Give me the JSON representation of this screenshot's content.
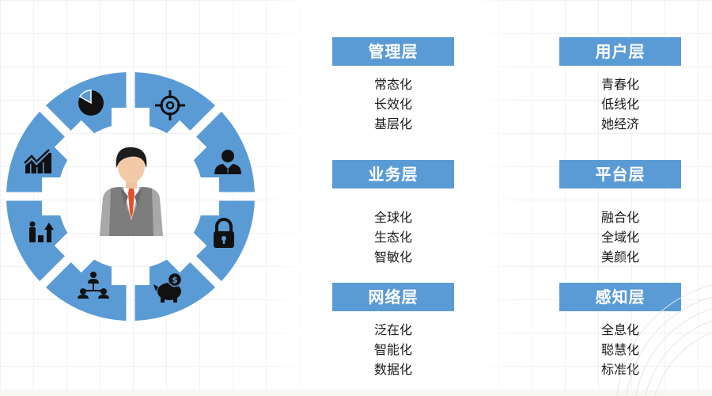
{
  "diagram": {
    "center_figure": "businessman-avatar",
    "ring_color": "#5b9bd5",
    "ring_segments": [
      {
        "position": "top-right",
        "icon": "target-icon"
      },
      {
        "position": "right-upper",
        "icon": "executive-person-icon"
      },
      {
        "position": "right-lower",
        "icon": "padlock-icon"
      },
      {
        "position": "bottom-right",
        "icon": "piggy-bank-dollar-icon"
      },
      {
        "position": "bottom-left",
        "icon": "org-hierarchy-icon"
      },
      {
        "position": "left-lower",
        "icon": "person-growth-bars-icon"
      },
      {
        "position": "left-upper",
        "icon": "trend-chart-icon"
      },
      {
        "position": "top-left",
        "icon": "pie-chart-icon"
      }
    ]
  },
  "layers": [
    {
      "title": "管理层",
      "items": [
        "常态化",
        "长效化",
        "基层化"
      ]
    },
    {
      "title": "用户层",
      "items": [
        "青春化",
        "低线化",
        "她经济"
      ]
    },
    {
      "title": "业务层",
      "items": [
        "全球化",
        "生态化",
        "智敏化"
      ]
    },
    {
      "title": "平台层",
      "items": [
        "融合化",
        "全域化",
        "美颜化"
      ]
    },
    {
      "title": "网络层",
      "items": [
        "泛在化",
        "智能化",
        "数据化"
      ]
    },
    {
      "title": "感知层",
      "items": [
        "全息化",
        "聪慧化",
        "标准化"
      ]
    }
  ],
  "colors": {
    "accent": "#5b9bd5",
    "text": "#1a1a1a",
    "title_text": "#ffffff"
  }
}
